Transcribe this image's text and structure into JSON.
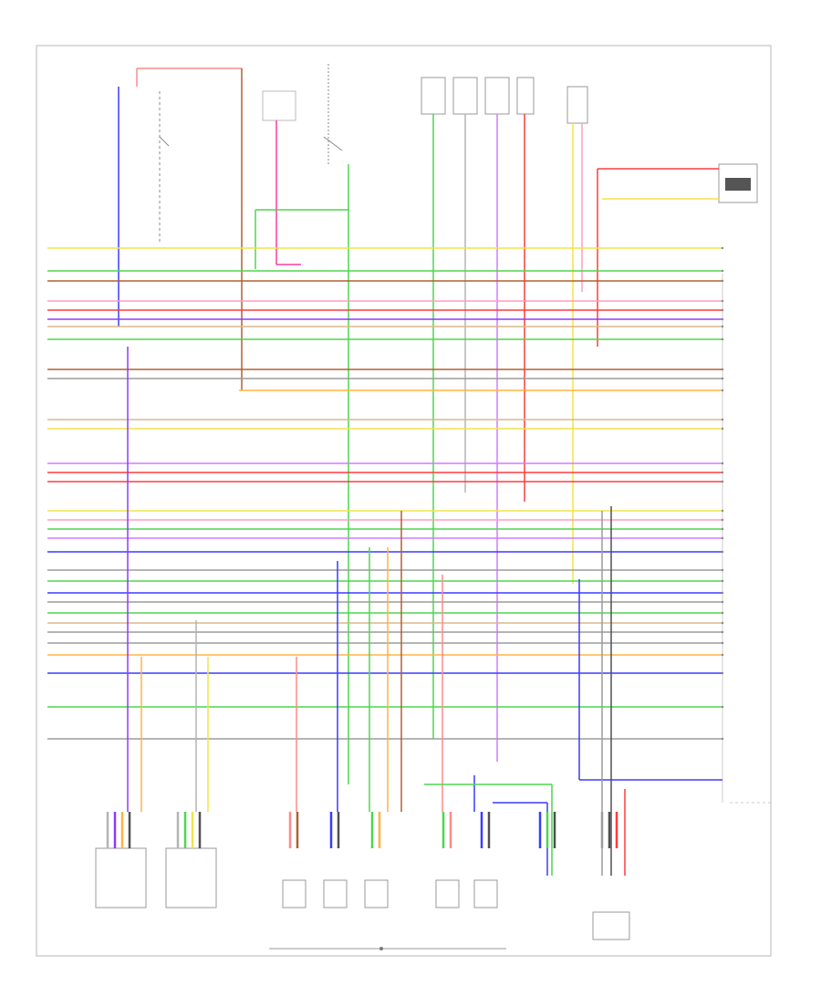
{
  "diagram": {
    "page_id": "",
    "footer_mark": "",
    "colors": {
      "red": "#ff3b3b",
      "pink": "#ff9ec0",
      "blue": "#3b3bff",
      "green": "#4ed64e",
      "yellow": "#f2e34a",
      "orange": "#ffb347",
      "brown": "#b0612f",
      "purple": "#8c3bff",
      "violet": "#d07cff",
      "gray": "#9b9b9b",
      "tan": "#d8b88a",
      "white": "#e8e8e8",
      "black": "#505050"
    },
    "left_wires": [
      {
        "color": "yellow",
        "label": ""
      },
      {
        "color": "green",
        "label": ""
      },
      {
        "color": "brown",
        "label": ""
      },
      {
        "color": "pink",
        "label": ""
      },
      {
        "color": "red",
        "label": ""
      },
      {
        "color": "purple",
        "label": ""
      },
      {
        "color": "tan",
        "label": ""
      },
      {
        "color": "green",
        "label": ""
      },
      {
        "color": "brown",
        "label": ""
      },
      {
        "color": "gray",
        "label": ""
      },
      {
        "color": "orange",
        "label": ""
      },
      {
        "color": "tan",
        "label": ""
      },
      {
        "color": "yellow",
        "label": ""
      },
      {
        "color": "violet",
        "label": ""
      },
      {
        "color": "red",
        "label": ""
      },
      {
        "color": "red",
        "label": ""
      },
      {
        "color": "yellow",
        "label": ""
      },
      {
        "color": "pink",
        "label": ""
      },
      {
        "color": "green",
        "label": ""
      },
      {
        "color": "violet",
        "label": ""
      },
      {
        "color": "blue",
        "label": ""
      },
      {
        "color": "gray",
        "label": ""
      },
      {
        "color": "green",
        "label": ""
      },
      {
        "color": "blue",
        "label": ""
      },
      {
        "color": "gray",
        "label": ""
      },
      {
        "color": "green",
        "label": ""
      },
      {
        "color": "tan",
        "label": ""
      },
      {
        "color": "gray",
        "label": ""
      },
      {
        "color": "gray",
        "label": ""
      },
      {
        "color": "orange",
        "label": ""
      },
      {
        "color": "blue",
        "label": ""
      },
      {
        "color": "green",
        "label": ""
      },
      {
        "color": "gray",
        "label": ""
      }
    ],
    "components": [
      {
        "id": "c1",
        "label": ""
      },
      {
        "id": "c2",
        "label": ""
      },
      {
        "id": "c3",
        "label": ""
      },
      {
        "id": "c4",
        "label": ""
      },
      {
        "id": "c5",
        "label": ""
      },
      {
        "id": "c6",
        "label": ""
      },
      {
        "id": "c7",
        "label": ""
      },
      {
        "id": "c8",
        "label": ""
      },
      {
        "id": "c9",
        "label": ""
      }
    ]
  }
}
